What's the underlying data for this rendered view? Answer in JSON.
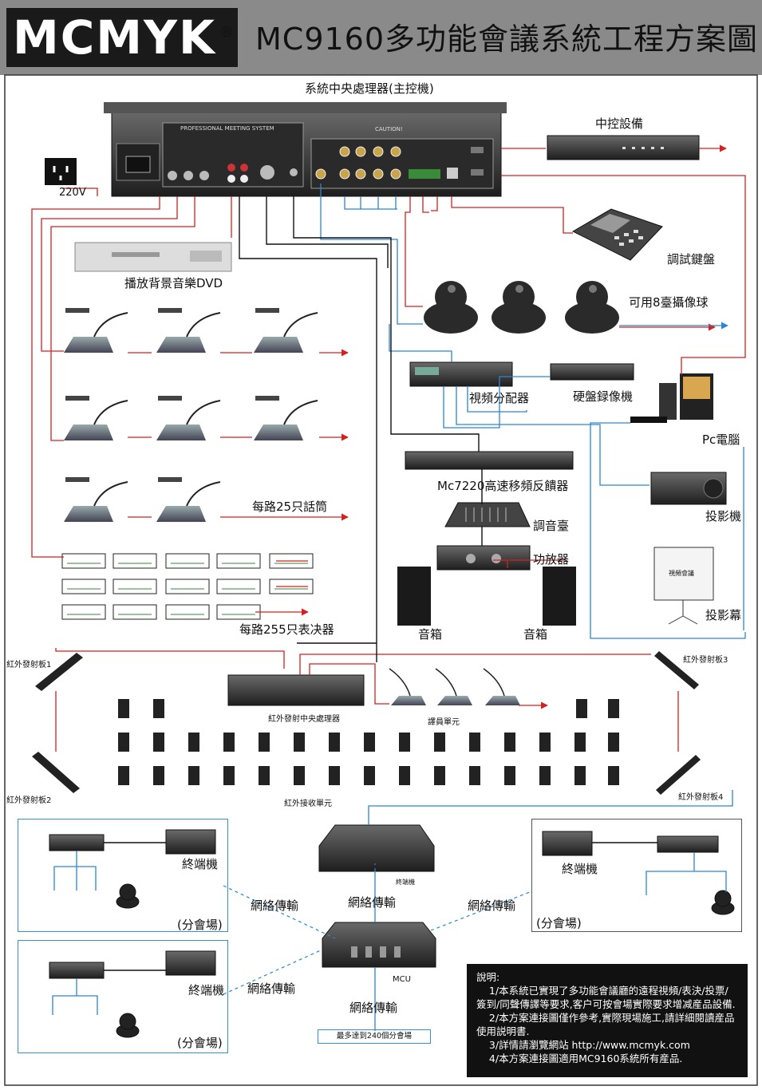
{
  "header": {
    "logo": "MCMYK",
    "reg_mark": "®",
    "title": "MC9160多功能會議系統工程方案圖"
  },
  "labels": {
    "main_processor": "系統中央處理器(主控機)",
    "central_control": "中控設備",
    "power": "220V",
    "debug_keyboard": "調試鍵盤",
    "cameras": "可用8臺攝像球",
    "dvd": "播放背景音樂DVD",
    "mics_per_channel": "每路25只話筒",
    "voters_per_channel": "每路255只表决器",
    "video_splitter": "視頻分配器",
    "dvr": "硬盤録像機",
    "pc": "Pc電腦",
    "feedback_suppressor": "Mc7220高速移頻反饋器",
    "mixer": "調音臺",
    "amplifier": "功放器",
    "projector": "投影機",
    "screen": "投影幕",
    "screen_text": "視頻會議",
    "speaker_left": "音箱",
    "speaker_right": "音箱",
    "ir_panel_1": "紅外發射板1",
    "ir_panel_2": "紅外發射板2",
    "ir_panel_3": "紅外發射板3",
    "ir_panel_4": "紅外發射板4",
    "ir_processor": "紅外發射中央處理器",
    "interpreter_unit": "譯員單元",
    "ir_receiver": "紅外接收單元",
    "terminal_center": "終端機",
    "terminal_tl": "終端機",
    "terminal_tr": "終端機",
    "terminal_bl": "終端機",
    "network_1": "網絡傳輸",
    "network_2": "網絡傳輸",
    "network_3": "網絡傳輸",
    "network_4": "網絡傳輸",
    "network_5": "網絡傳輸",
    "branch_tl": "(分會場)",
    "branch_tr": "(分會場)",
    "branch_bl": "(分會場)",
    "mcu": "MCU",
    "max_branches": "最多達到240個分會場",
    "panel_text": "PROFESSIONAL MEETING SYSTEM",
    "caution": "CAUTION!"
  },
  "notes": {
    "title": "說明:",
    "lines": [
      "    1/本系統已實現了多功能會議廳的遠程視頻/表決/投票/簽到/同聲傳譯等要求,客户可按會場實際要求增减産品設備.",
      "    2/本方案連接圖僅作參考,實際現場施工,請詳細閱讀産品使用説明書.",
      "    3/詳情請瀏覽網站 http://www.mcmyk.com",
      "    4/本方案連接圖適用MC9160系統所有産品."
    ]
  },
  "colors": {
    "red": "#d42020",
    "blue": "#2a86d0",
    "black": "#111111",
    "header_bg": "#8a8a8a"
  }
}
